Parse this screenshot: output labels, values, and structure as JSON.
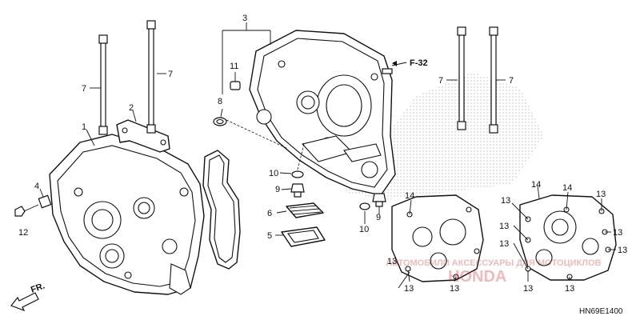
{
  "diagram": {
    "code": "HN69E1400",
    "direction_label": "FR.",
    "ref_label": "F-32",
    "callouts": [
      "1",
      "2",
      "3",
      "4",
      "5",
      "6",
      "7",
      "8",
      "9",
      "10",
      "11",
      "12",
      "13",
      "14"
    ],
    "watermark_text": "АВТОМОБИЛИ АКСЕССУАРЫ ДЛЯ МОТОЦИКЛОВ",
    "watermark_logo": "HONDA",
    "colors": {
      "line": "#111111",
      "background": "#ffffff",
      "watermark": "#d23a3a"
    }
  }
}
